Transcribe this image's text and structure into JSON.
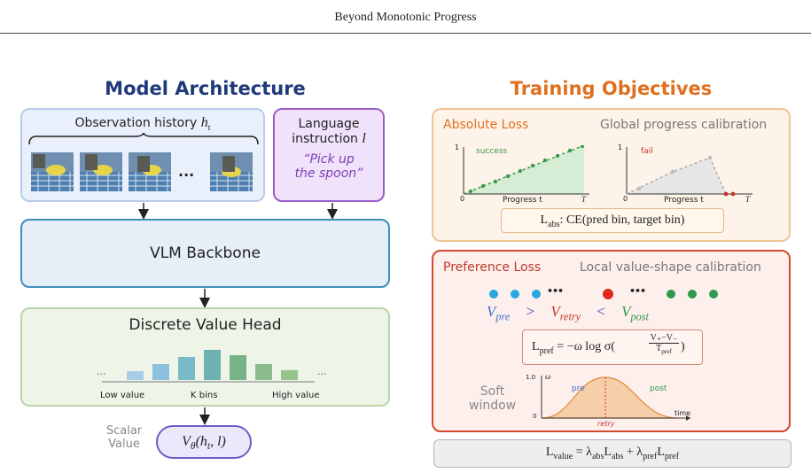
{
  "header": {
    "title": "Beyond Monotonic Progress"
  },
  "left": {
    "title": "Model Architecture",
    "observation": {
      "label": "Observation history ",
      "var": "h",
      "sub": "t",
      "ellipsis": "..."
    },
    "language": {
      "line1": "Language",
      "line2": "instruction ",
      "var": "l",
      "quote1": "“Pick up",
      "quote2": "the spoon”"
    },
    "backbone": {
      "label": "VLM Backbone"
    },
    "value_head": {
      "label": "Discrete Value Head",
      "bin_levels": [
        0.25,
        0.45,
        0.65,
        0.85,
        0.7,
        0.45,
        0.28
      ],
      "ellipsis": "...",
      "low": "Low value",
      "mid": "K bins",
      "high": "High value"
    },
    "scalar": {
      "line1": "Scalar",
      "line2": "Value",
      "formula_v": "V",
      "formula_sub": "θ",
      "formula_rest": "(h",
      "formula_t": "t",
      "formula_end": ", l)"
    }
  },
  "right": {
    "title": "Training Objectives",
    "absolute": {
      "title": "Absolute Loss",
      "subtitle": "Global progress calibration",
      "plot1": {
        "y1": "1",
        "x0": "0",
        "status": "success",
        "xlabel": "Progress t",
        "xend": "T"
      },
      "plot2": {
        "y1": "1",
        "x0": "0",
        "status": "fail",
        "xlabel": "Progress t",
        "xend": "T"
      },
      "formula": "CE(pred bin, target bin)",
      "formula_lhs": "L",
      "formula_sub": "abs"
    },
    "preference": {
      "title": "Preference Loss",
      "subtitle": "Local value-shape calibration",
      "dots_ellipsis": "•••",
      "v_pre": "pre",
      "v_retry": "retry",
      "v_post": "post",
      "gt": ">",
      "lt": "<",
      "formula_lhs": "L",
      "formula_sub": "pref",
      "formula_rhs": "= −ω log σ(",
      "frac_num": "V₊−V₋",
      "frac_den": "T",
      "frac_den_sub": "pref",
      "soft1": "Soft",
      "soft2": "window",
      "win_y": "1.0",
      "win_omega": "ω",
      "win_zero": "0",
      "win_pre": "pre",
      "win_post": "post",
      "win_retry": "retry",
      "win_time": "time"
    },
    "total": {
      "lhs": "L",
      "lhs_sub": "value",
      "eq": " = ",
      "l1": "λ",
      "l1_sub": "abs",
      "t1": "L",
      "t1_sub": "abs",
      "plus": " + ",
      "l2": "λ",
      "l2_sub": "pref",
      "t2": "L",
      "t2_sub": "pref"
    }
  },
  "colors": {
    "dark_blue": "#1f3a7a",
    "orange": "#e0701f",
    "red": "#c0392b",
    "purple": "#7b3fb5",
    "blue": "#3a6fc4",
    "green": "#2e9a4e"
  }
}
